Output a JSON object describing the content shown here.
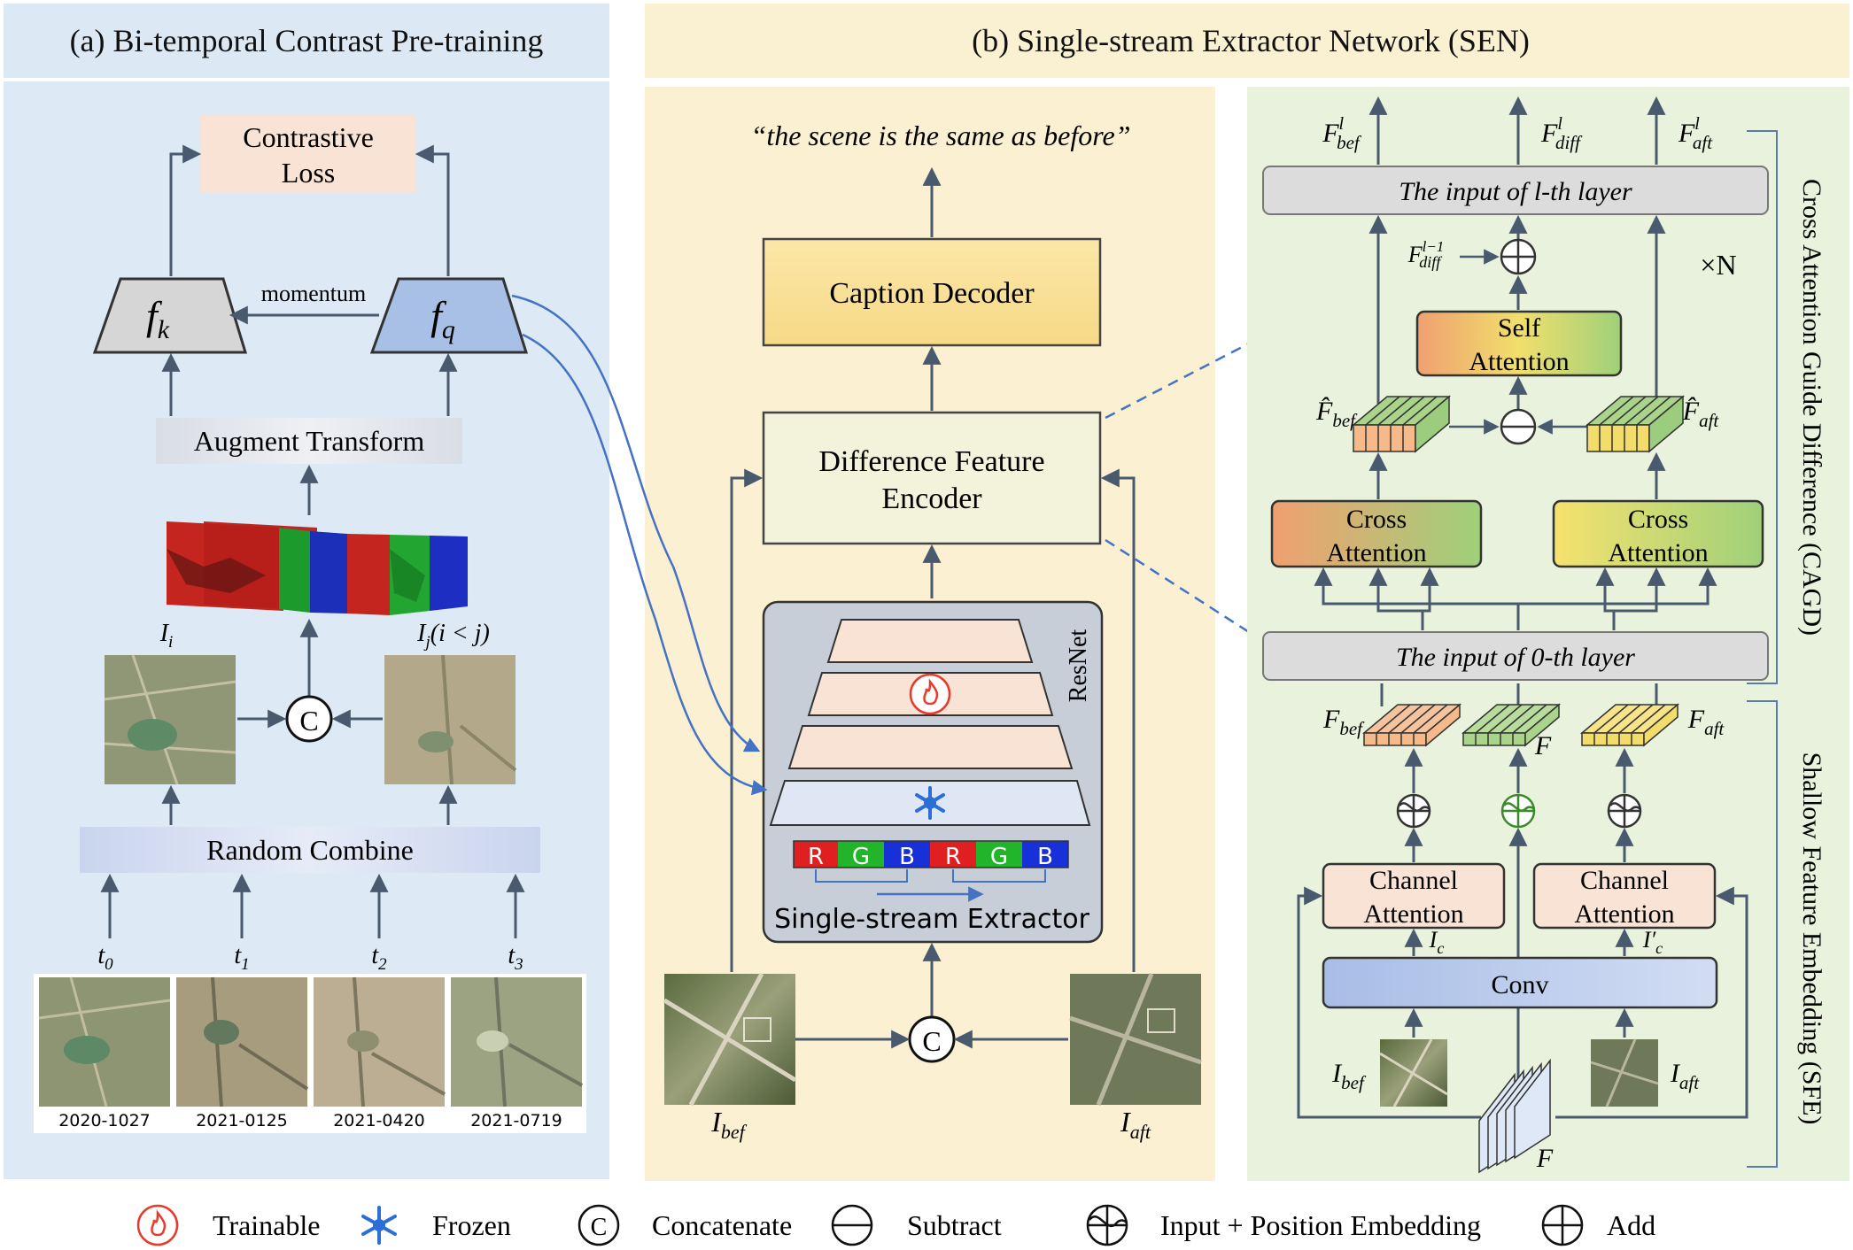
{
  "panel_a": {
    "title": "(a) Bi-temporal Contrast Pre-training",
    "contrastive_loss": [
      "Contrastive",
      "Loss"
    ],
    "fk": "f",
    "fk_sub": "k",
    "fq": "f",
    "fq_sub": "q",
    "momentum": "momentum",
    "augment": "Augment Transform",
    "img_i": "I",
    "img_i_sub": "i",
    "img_j": "I",
    "img_j_sub": "j",
    "img_j_cond": "(i < j)",
    "concat_symbol": "C",
    "random_combine": "Random Combine",
    "times": [
      "t",
      "t",
      "t",
      "t"
    ],
    "time_subs": [
      "0",
      "1",
      "2",
      "3"
    ],
    "dates": [
      "2020-1027",
      "2021-0125",
      "2021-0420",
      "2021-0719"
    ]
  },
  "panel_b": {
    "title": "(b) Single-stream Extractor Network (SEN)",
    "caption_output": "“the scene is the same as before”",
    "caption_decoder": "Caption Decoder",
    "dfe": [
      "Difference Feature",
      "Encoder"
    ],
    "resnet": "ResNet",
    "rgb": [
      "R",
      "G",
      "B",
      "R",
      "G",
      "B"
    ],
    "extractor": "Single-stream Extractor",
    "concat_symbol": "C",
    "ibef": "I",
    "ibef_sub": "bef",
    "iaft": "I",
    "iaft_sub": "aft"
  },
  "panel_c": {
    "cagd_label": "Cross Attention Guide Difference (CAGD)",
    "sfe_label": "Shallow Feature Embedding (SFE)",
    "times_n": "×N",
    "layer_l": "The input of l-th layer",
    "layer_0": "The input of 0-th layer",
    "f_out": [
      "F",
      "F",
      "F"
    ],
    "f_out_sub": [
      "bef",
      "diff",
      "aft"
    ],
    "f_out_sup": "l",
    "f_prev": "F",
    "f_prev_sub": "diff",
    "f_prev_sup": "l−1",
    "self_attention": [
      "Self",
      "Attention"
    ],
    "cross_attention": [
      "Cross",
      "Attention"
    ],
    "fhat_bef": "F̂",
    "fhat_bef_sub": "bef",
    "fhat_aft": "F̂",
    "fhat_aft_sub": "aft",
    "fbef": "F",
    "fbef_sub": "bef",
    "faft": "F",
    "faft_sub": "aft",
    "f_mid": "F",
    "channel_attention": [
      "Channel",
      "Attention"
    ],
    "ic": "I",
    "ic_sub": "c",
    "ic2": "I′",
    "ic2_sub": "c",
    "conv": "Conv",
    "ibef": "I",
    "ibef_sub": "bef",
    "iaft": "I",
    "iaft_sub": "aft",
    "f_stack": "F"
  },
  "legend": {
    "trainable": "Trainable",
    "frozen": "Frozen",
    "concat_symbol": "C",
    "concatenate": "Concatenate",
    "subtract": "Subtract",
    "pos_embed": "Input + Position Embedding",
    "add": "Add"
  },
  "colors": {
    "arrow": "#4a5a6e",
    "panel_a_bg": "#dde9f5",
    "panel_b_bg": "#fbf1d3",
    "panel_c_bg": "#e9f2dc",
    "loss_box": "#f8e3d4",
    "fq_fill": "#a9c0e6",
    "fk_fill": "#d8d8d8",
    "blue_curve": "#4472c4",
    "trainable_red": "#e8392b",
    "frozen_blue": "#2b6fd6"
  }
}
